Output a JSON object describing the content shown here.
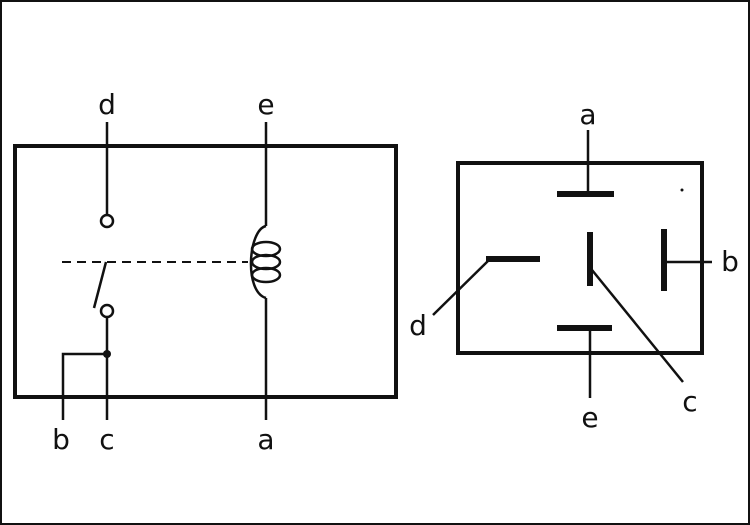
{
  "relay_diagram": {
    "schematic": {
      "terminals": {
        "d": "d",
        "e": "e",
        "b": "b",
        "c": "c",
        "a": "a"
      }
    },
    "pinout": {
      "terminals": {
        "a": "a",
        "b": "b",
        "c": "c",
        "d": "d",
        "e": "e"
      }
    }
  }
}
